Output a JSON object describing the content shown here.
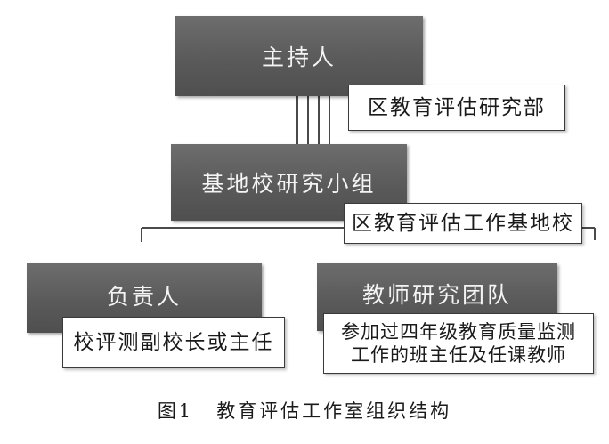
{
  "diagram": {
    "host": {
      "label": "主持人",
      "org": "区教育评估研究部"
    },
    "group": {
      "label": "基地校研究小组",
      "org": "区教育评估工作基地校"
    },
    "leader": {
      "label": "负责人",
      "org": "校评测副校长或主任"
    },
    "team": {
      "label": "教师研究团队",
      "org_line1": "参加过四年级教育质量监测",
      "org_line2": "工作的班主任及任课教师"
    }
  },
  "caption": {
    "figure_number": "图1",
    "title": "教育评估工作室组织结构"
  },
  "colors": {
    "dark_box": "#5a5a5a",
    "dark_box_text": "#f4f4f4",
    "white_box_border": "#3a3a3a",
    "line": "#4a4a4a"
  }
}
